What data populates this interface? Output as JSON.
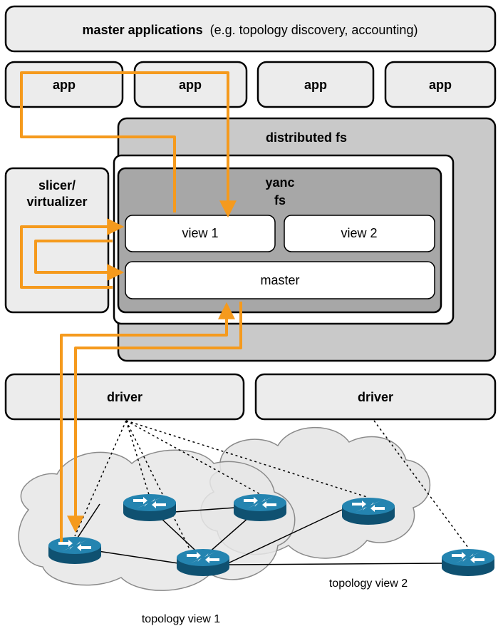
{
  "master_apps": {
    "title": "master applications",
    "subtitle": "(e.g. topology discovery, accounting)"
  },
  "apps": [
    "app",
    "app",
    "app",
    "app"
  ],
  "distributed_fs": {
    "label": "distributed fs"
  },
  "slicer": {
    "line1": "slicer/",
    "line2": "virtualizer"
  },
  "yanc": {
    "line1": "yanc",
    "line2": "fs"
  },
  "views": {
    "view1": "view 1",
    "view2": "view 2",
    "master": "master"
  },
  "drivers": [
    "driver",
    "driver"
  ],
  "topology": {
    "view1": "topology view 1",
    "view2": "topology view 2"
  },
  "colors": {
    "flow": "#f59a1d",
    "router": "#1b6f94",
    "box_light": "#ececec",
    "box_mid": "#c9c9c9",
    "box_dark": "#a7a7a7"
  },
  "icons": {
    "router": "router-icon",
    "cloud": "cloud-icon"
  }
}
